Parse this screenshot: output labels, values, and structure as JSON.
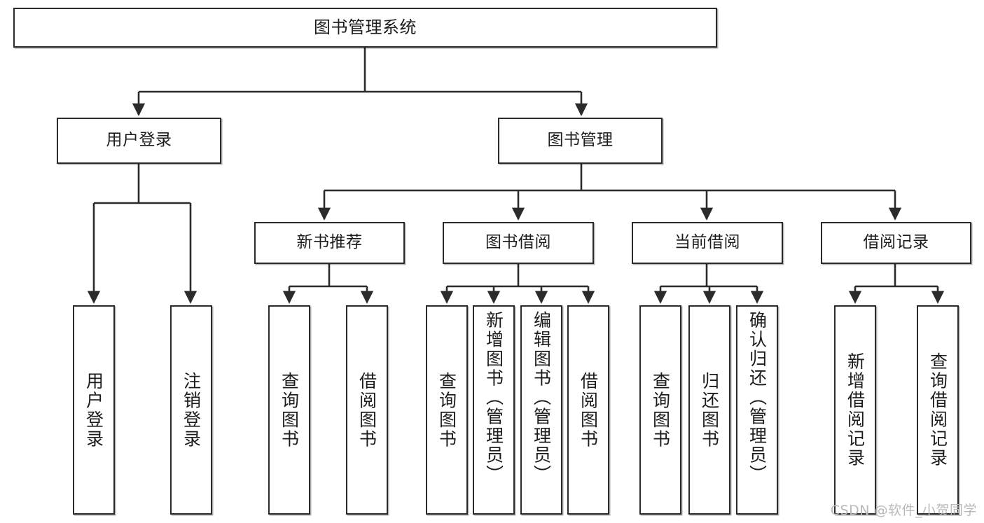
{
  "diagram": {
    "title": "图书管理系统",
    "type": "tree",
    "watermark": "CSDN @软件_小贺同学",
    "colors": {
      "border": "#2b2b2b",
      "text": "#1c1c1c",
      "background": "#ffffff",
      "watermark": "#b9b9b9"
    },
    "nodes": {
      "root": {
        "label": "图书管理系统"
      },
      "level2": [
        {
          "id": "user-login",
          "label": "用户登录"
        },
        {
          "id": "book-management",
          "label": "图书管理"
        }
      ],
      "level3": [
        {
          "id": "new-book-recommend",
          "label": "新书推荐"
        },
        {
          "id": "book-borrow",
          "label": "图书借阅"
        },
        {
          "id": "current-borrow",
          "label": "当前借阅"
        },
        {
          "id": "borrow-record",
          "label": "借阅记录"
        }
      ],
      "leaves": [
        {
          "id": "leaf-user-login",
          "label": "用户登录"
        },
        {
          "id": "leaf-logout-login",
          "label": "注销登录"
        },
        {
          "id": "leaf-query-book-1",
          "label": "查询图书"
        },
        {
          "id": "leaf-borrow-book-1",
          "label": "借阅图书"
        },
        {
          "id": "leaf-query-book-2",
          "label": "查询图书"
        },
        {
          "id": "leaf-add-book",
          "label": "新增图书（管理员）"
        },
        {
          "id": "leaf-edit-book",
          "label": "编辑图书（管理员）"
        },
        {
          "id": "leaf-borrow-book-2",
          "label": "借阅图书"
        },
        {
          "id": "leaf-query-book-3",
          "label": "查询图书"
        },
        {
          "id": "leaf-return-book",
          "label": "归还图书"
        },
        {
          "id": "leaf-confirm-return",
          "label": "确认归还（管理员）"
        },
        {
          "id": "leaf-add-record",
          "label": "新增借阅记录"
        },
        {
          "id": "leaf-query-record",
          "label": "查询借阅记录"
        }
      ]
    },
    "edges": [
      {
        "from": "root",
        "to": "user-login"
      },
      {
        "from": "root",
        "to": "book-management"
      },
      {
        "from": "user-login",
        "to": "leaf-user-login"
      },
      {
        "from": "user-login",
        "to": "leaf-logout-login"
      },
      {
        "from": "book-management",
        "to": "new-book-recommend"
      },
      {
        "from": "book-management",
        "to": "book-borrow"
      },
      {
        "from": "book-management",
        "to": "current-borrow"
      },
      {
        "from": "book-management",
        "to": "borrow-record"
      },
      {
        "from": "new-book-recommend",
        "to": "leaf-query-book-1"
      },
      {
        "from": "new-book-recommend",
        "to": "leaf-borrow-book-1"
      },
      {
        "from": "book-borrow",
        "to": "leaf-query-book-2"
      },
      {
        "from": "book-borrow",
        "to": "leaf-add-book"
      },
      {
        "from": "book-borrow",
        "to": "leaf-edit-book"
      },
      {
        "from": "book-borrow",
        "to": "leaf-borrow-book-2"
      },
      {
        "from": "current-borrow",
        "to": "leaf-query-book-3"
      },
      {
        "from": "current-borrow",
        "to": "leaf-return-book"
      },
      {
        "from": "current-borrow",
        "to": "leaf-confirm-return"
      },
      {
        "from": "borrow-record",
        "to": "leaf-add-record"
      },
      {
        "from": "borrow-record",
        "to": "leaf-query-record"
      }
    ]
  }
}
